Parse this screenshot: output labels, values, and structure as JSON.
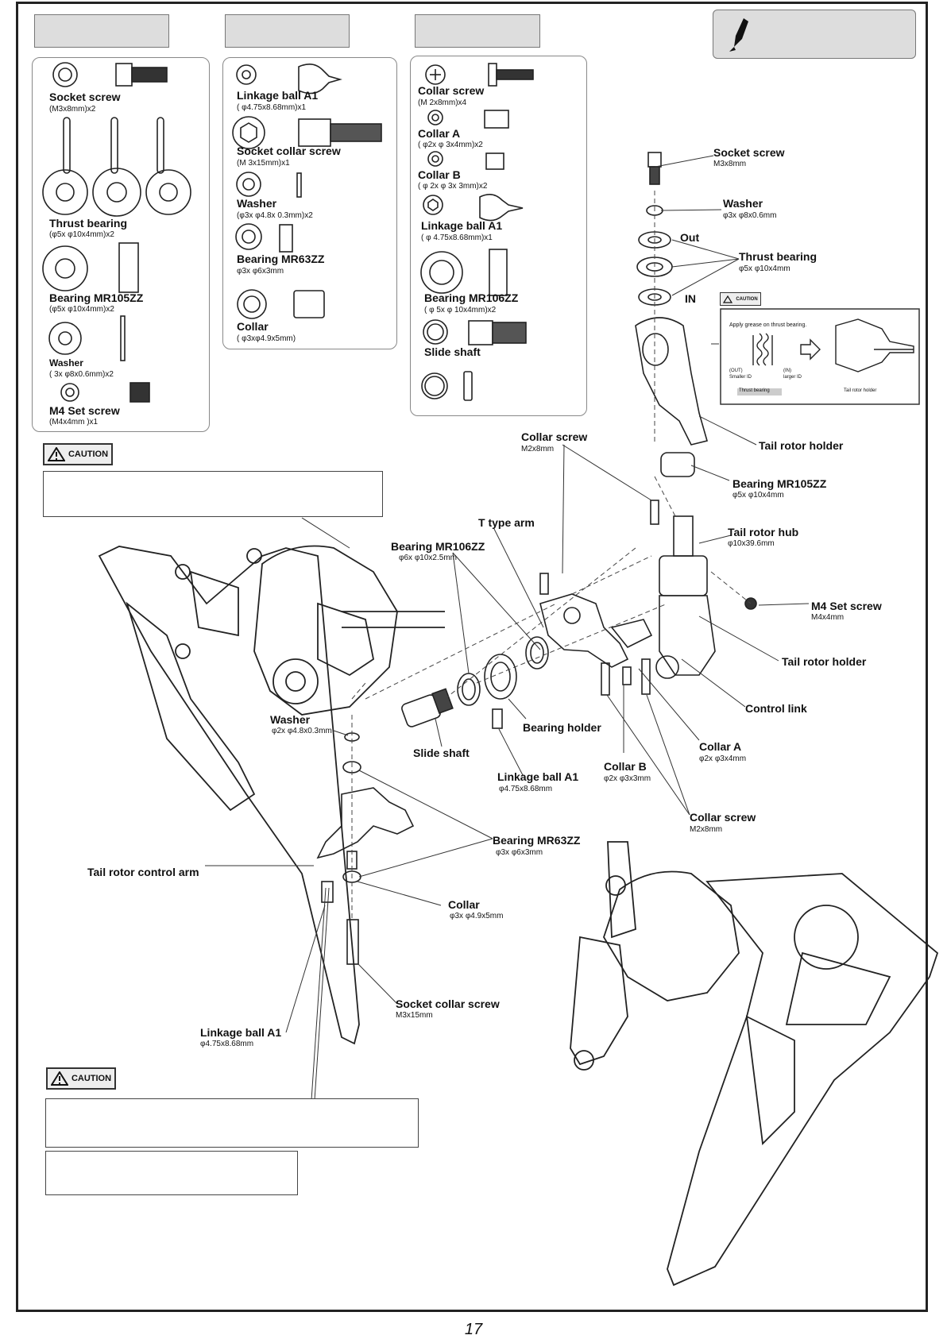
{
  "caution_label": "CAUTION",
  "page_number": "17",
  "panel1": {
    "items": [
      {
        "name": "Socket screw",
        "spec": "(M3x8mm)x2"
      },
      {
        "name": "Thrust bearing",
        "spec": "(φ5x φ10x4mm)x2"
      },
      {
        "name": "Bearing MR105ZZ",
        "spec": "(φ5x φ10x4mm)x2"
      },
      {
        "name": "Washer",
        "spec": "( 3x φ8x0.6mm)x2"
      },
      {
        "name": "M4 Set screw",
        "spec": "(M4x4mm )x1"
      }
    ]
  },
  "panel2": {
    "items": [
      {
        "name": "Linkage ball A1",
        "spec": "( φ4.75x8.68mm)x1"
      },
      {
        "name": "Socket collar screw",
        "spec": "(M 3x15mm)x1"
      },
      {
        "name": "Washer",
        "spec": "(φ3x φ4.8x 0.3mm)x2"
      },
      {
        "name": "Bearing MR63ZZ",
        "spec": "φ3x φ6x3mm"
      },
      {
        "name": "Collar",
        "spec": "( φ3xφ4.9x5mm)"
      }
    ]
  },
  "panel3": {
    "items": [
      {
        "name": "Collar screw",
        "spec": "(M 2x8mm)x4"
      },
      {
        "name": "Collar A",
        "spec": "( φ2x φ 3x4mm)x2"
      },
      {
        "name": "Collar B",
        "spec": "( φ 2x φ 3x 3mm)x2"
      },
      {
        "name": "Linkage ball A1",
        "spec": "( φ 4.75x8.68mm)x1"
      },
      {
        "name": "Bearing MR106ZZ",
        "spec": "( φ 5x φ 10x4mm)x2"
      },
      {
        "name": "Slide shaft",
        "spec": ""
      }
    ]
  },
  "inset": {
    "note": "Apply grease on thrust bearing.",
    "out_label": "(OUT)",
    "out_sub": "Smaller ID",
    "in_label": "(IN)",
    "in_sub": "larger ID",
    "thrust_tag": "Thrust bearing",
    "holder_tag": "Tail rotor holder"
  },
  "callouts": [
    {
      "name": "Socket screw",
      "spec": "M3x8mm"
    },
    {
      "name": "Washer",
      "spec": "φ3x φ8x0.6mm"
    },
    {
      "name": "Out",
      "spec": ""
    },
    {
      "name": "Thrust bearing",
      "spec": "φ5x φ10x4mm"
    },
    {
      "name": "IN",
      "spec": ""
    },
    {
      "name": "Tail rotor holder",
      "spec": ""
    },
    {
      "name": "Bearing MR105ZZ",
      "spec": "φ5x φ10x4mm"
    },
    {
      "name": "Tail rotor hub",
      "spec": "φ10x39.6mm"
    },
    {
      "name": "M4 Set screw",
      "spec": "M4x4mm"
    },
    {
      "name": "Tail rotor holder",
      "spec": ""
    },
    {
      "name": "Control link",
      "spec": ""
    },
    {
      "name": "Collar A",
      "spec": "φ2x φ3x4mm"
    },
    {
      "name": "Collar B",
      "spec": "φ2x φ3x3mm"
    },
    {
      "name": "Collar screw",
      "spec": "M2x8mm"
    },
    {
      "name": "Collar screw",
      "spec": "M2x8mm"
    },
    {
      "name": "T type arm",
      "spec": ""
    },
    {
      "name": "Bearing MR106ZZ",
      "spec": "φ6x φ10x2.5mm"
    },
    {
      "name": "Bearing holder",
      "spec": ""
    },
    {
      "name": "Linkage ball A1",
      "spec": "φ4.75x8.68mm"
    },
    {
      "name": "Slide shaft",
      "spec": ""
    },
    {
      "name": "Washer",
      "spec": "φ2x φ4.8x0.3mm"
    },
    {
      "name": "Bearing MR63ZZ",
      "spec": "φ3x φ6x3mm"
    },
    {
      "name": "Tail rotor control arm",
      "spec": ""
    },
    {
      "name": "Collar",
      "spec": "φ3x φ4.9x5mm"
    },
    {
      "name": "Socket collar screw",
      "spec": "M3x15mm"
    },
    {
      "name": "Linkage ball A1",
      "spec": "φ4.75x8.68mm"
    }
  ]
}
